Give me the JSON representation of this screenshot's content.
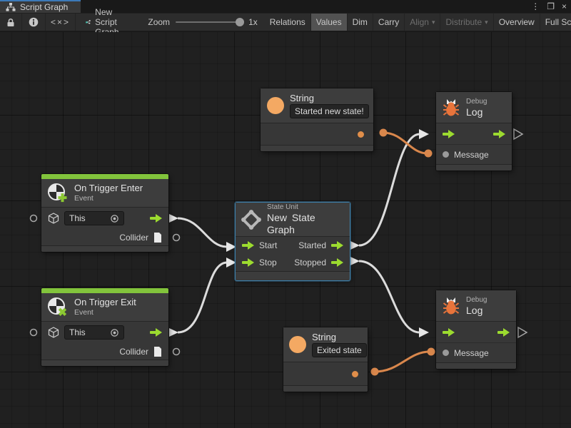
{
  "window": {
    "tab_title": "Script Graph",
    "controls": {
      "menu": "⋮",
      "maximize": "❐",
      "close": "×"
    }
  },
  "toolbar": {
    "angles_glyph": "<×>",
    "graph_name": "New Script Graph",
    "zoom_label": "Zoom",
    "zoom_value": "1x",
    "caret": "▾",
    "buttons": [
      "Relations",
      "Values",
      "Dim",
      "Carry",
      "Align",
      "Distribute",
      "Overview",
      "Full Screen"
    ]
  },
  "graph": {
    "nodes": {
      "string1": {
        "title": "String",
        "value": "Started new state!"
      },
      "debug1": {
        "category": "Debug",
        "title": "Log",
        "message_label": "Message"
      },
      "trigger_enter": {
        "title": "On Trigger Enter",
        "subtitle": "Event",
        "target_value": "This",
        "collider_label": "Collider"
      },
      "state_unit": {
        "category": "State Unit",
        "title": "New State Graph",
        "start_label": "Start",
        "stop_label": "Stop",
        "started_label": "Started",
        "stopped_label": "Stopped"
      },
      "trigger_exit": {
        "title": "On Trigger Exit",
        "subtitle": "Event",
        "target_value": "This",
        "collider_label": "Collider"
      },
      "string2": {
        "title": "String",
        "value": "Exited state"
      },
      "debug2": {
        "category": "Debug",
        "title": "Log",
        "message_label": "Message"
      }
    },
    "colors": {
      "accent_green": "#82C43C",
      "port_green": "#9CDB2F",
      "orange": "#F4A963",
      "wire_orange": "#D9874C",
      "wire_white": "#DCDCDC",
      "selection_blue": "#3F81AB"
    }
  }
}
